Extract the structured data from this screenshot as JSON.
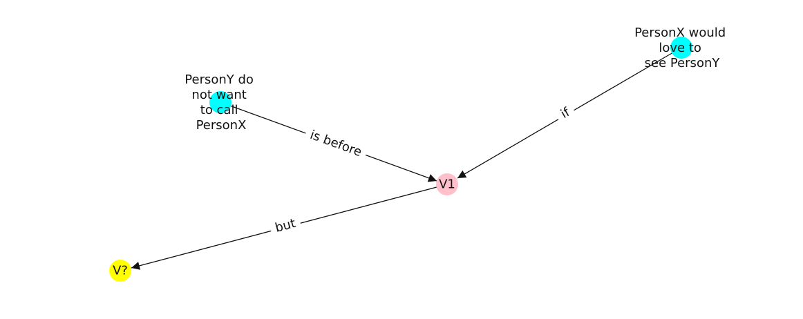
{
  "diagram": {
    "nodes": [
      {
        "id": "personx-love",
        "lines": [
          "PersonX would",
          "love to",
          "see PersonY"
        ],
        "color": "#00ffff"
      },
      {
        "id": "persony-call",
        "lines": [
          "PersonY do",
          "not want",
          "to call",
          "PersonX"
        ],
        "color": "#00ffff"
      },
      {
        "id": "v1",
        "lines": [
          "V1"
        ],
        "color": "#ffc0cb"
      },
      {
        "id": "vq",
        "lines": [
          "V?"
        ],
        "color": "#ffff00"
      }
    ],
    "edges": [
      {
        "from": "persony-call",
        "to": "v1",
        "label": "is before"
      },
      {
        "from": "personx-love",
        "to": "v1",
        "label": "if"
      },
      {
        "from": "v1",
        "to": "vq",
        "label": "but"
      }
    ]
  }
}
